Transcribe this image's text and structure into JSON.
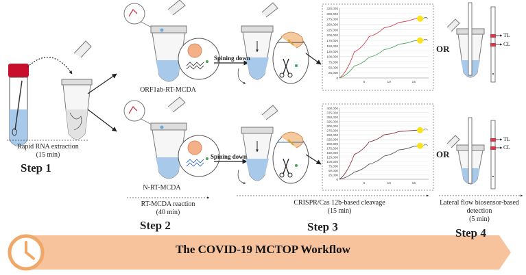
{
  "steps": {
    "step1": {
      "title": "Step 1",
      "caption_line1": "Rapid RNA extraction",
      "caption_line2": "(15 min)"
    },
    "step2": {
      "title": "Step 2",
      "caption_line1": "RT-MCDA reaction",
      "caption_line2": "(40 min)"
    },
    "step3": {
      "title": "Step 3",
      "caption_line1": "CRISPR/Cas 12b-based cleavage",
      "caption_line2": "(15 min)"
    },
    "step4": {
      "title": "Step 4",
      "caption_line1": "Lateral flow biosensor-based",
      "caption_line2": "detection",
      "caption_line3": "(5 min)"
    }
  },
  "labels": {
    "orf1ab": "ORF1ab-RT-MCDA",
    "n_mcda": "N-RT-MCDA",
    "spin_top": "Spining down",
    "spin_bottom": "Spining down",
    "or_top": "OR",
    "or_bottom": "OR",
    "tl_top": "TL",
    "cl_top": "CL",
    "tl_bottom": "TL",
    "cl_bottom": "CL"
  },
  "banner": {
    "title": "The COVID-19 MCTOP Workflow"
  },
  "colors": {
    "banner": "#f5b98c",
    "clock": "#f0a868",
    "red_line": "#d23a4a",
    "green_line": "#4aa35a",
    "tube_liquid": "#a9c9ea",
    "cap_red": "#c8102e"
  },
  "chart_data": [
    {
      "type": "line",
      "title": "",
      "y_ticks": [
        "320,000",
        "300,000",
        "275,000",
        "250,000",
        "225,000",
        "200,000",
        "175,000",
        "150,000",
        "125,000",
        "100,000",
        "75,000",
        "50,000",
        "25,000",
        "0"
      ],
      "x_ticks": [
        "5",
        "10",
        "15"
      ],
      "ylim": [
        0,
        320000
      ],
      "xlim": [
        0,
        18
      ],
      "series": [
        {
          "color": "#d23a4a",
          "x": [
            0,
            3,
            6,
            9,
            12,
            15,
            16
          ],
          "y": [
            0,
            120000,
            190000,
            230000,
            255000,
            270000,
            272000
          ]
        },
        {
          "color": "#4aa35a",
          "x": [
            0,
            3,
            6,
            9,
            12,
            15,
            16
          ],
          "y": [
            0,
            55000,
            95000,
            130000,
            155000,
            170000,
            172000
          ]
        }
      ]
    },
    {
      "type": "line",
      "title": "",
      "y_ticks": [
        "400,000",
        "375,000",
        "350,000",
        "325,000",
        "300,000",
        "275,000",
        "250,000",
        "225,000",
        "200,000",
        "175,000",
        "150,000",
        "125,000",
        "100,000",
        "75,000",
        "50,000",
        "25,000",
        "0"
      ],
      "x_ticks": [
        "5",
        "10",
        "15"
      ],
      "ylim": [
        0,
        400000
      ],
      "xlim": [
        0,
        18
      ],
      "series": [
        {
          "color": "#8a3340",
          "x": [
            0,
            3,
            6,
            9,
            12,
            15,
            16
          ],
          "y": [
            0,
            140000,
            210000,
            250000,
            268000,
            275000,
            276000
          ]
        },
        {
          "color": "#555555",
          "x": [
            0,
            3,
            6,
            9,
            12,
            15,
            16
          ],
          "y": [
            0,
            40000,
            85000,
            130000,
            165000,
            185000,
            188000
          ]
        }
      ]
    }
  ]
}
